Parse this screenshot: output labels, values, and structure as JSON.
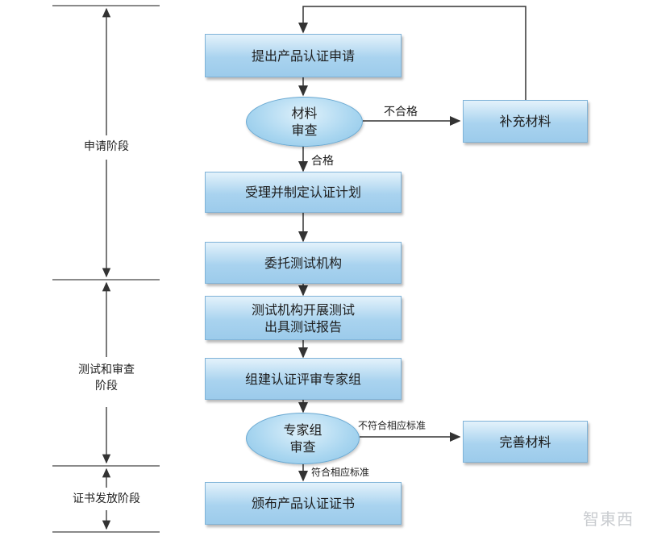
{
  "stages": [
    {
      "label": "申请阶段"
    },
    {
      "label": "测试和审查\n阶段"
    },
    {
      "label": "证书发放阶段"
    }
  ],
  "nodes": {
    "submit": "提出产品认证申请",
    "material_review": "材料\n审查",
    "supplement": "补充材料",
    "accept_plan": "受理并制定认证计划",
    "entrust_lab": "委托测试机构",
    "lab_test": "测试机构开展测试\n出具测试报告",
    "expert_group": "组建认证评审专家组",
    "expert_review": "专家组\n审查",
    "improve": "完善材料",
    "issue_cert": "颁布产品认证证书"
  },
  "edge_labels": {
    "fail": "不合格",
    "pass": "合格",
    "not_meet": "不符合相应标准",
    "meet": "符合相应标准"
  },
  "watermark": "智東西"
}
